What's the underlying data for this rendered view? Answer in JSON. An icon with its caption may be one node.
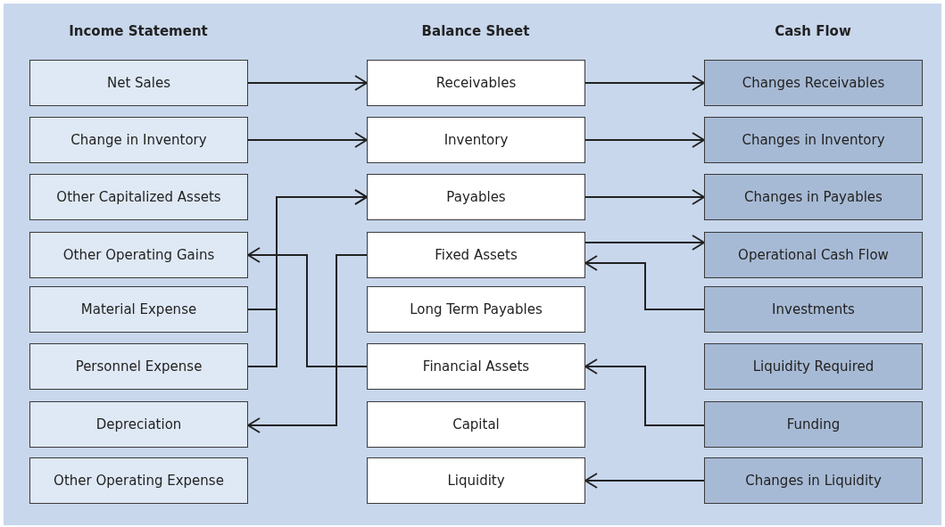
{
  "diagram": {
    "nodes": [
      {
        "text": [
          "Net Sales"
        ]
      },
      {
        "text": [
          "Receivables"
        ]
      },
      {
        "text": [
          "Changes Receivables"
        ]
      },
      {
        "text": [
          "Change in Inventory"
        ]
      },
      {
        "text": [
          "Inventory"
        ]
      },
      {
        "text": [
          "Changes in Inventory"
        ]
      },
      {
        "text": [
          "Other Capitalized Assets"
        ]
      },
      {
        "text": [
          "Payables"
        ]
      },
      {
        "text": [
          "Changes in Payables"
        ]
      },
      {
        "text": [
          "Other Operating Gains"
        ]
      },
      {
        "text": [
          "Fixed Assets"
        ]
      },
      {
        "text": [
          "Operational Cash Flow"
        ]
      },
      {
        "text": [
          "Material Expense"
        ]
      },
      {
        "text": [
          "Long Term Payables"
        ]
      },
      {
        "text": [
          "Investments"
        ]
      },
      {
        "text": [
          "Personnel Expense"
        ]
      },
      {
        "text": [
          "Financial Assets"
        ]
      },
      {
        "text": [
          "Liquidity Required"
        ]
      },
      {
        "text": [
          "Depreciation"
        ]
      },
      {
        "text": [
          "Capital"
        ]
      },
      {
        "text": [
          "Funding"
        ]
      },
      {
        "text": [
          "Other Operating Expense"
        ]
      },
      {
        "text": [
          "Liquidity"
        ]
      },
      {
        "text": [
          "Changes in Liquidity"
        ]
      }
    ],
    "edges": [
      {
        "from": 0,
        "to": 1,
        "arrow": "to"
      },
      {
        "from": 1,
        "to": 2,
        "arrow": "to"
      },
      {
        "from": 3,
        "to": 4,
        "arrow": "to"
      },
      {
        "from": 4,
        "to": 5,
        "arrow": "to"
      },
      {
        "from": 7,
        "to": 8,
        "arrow": "to"
      },
      {
        "from": 10,
        "to": 11,
        "arrow": "to"
      },
      {
        "from": 12,
        "to": 7,
        "arrow": "to"
      },
      {
        "from": 15,
        "to": 7,
        "arrow": "to"
      },
      {
        "from": 16,
        "to": 9,
        "arrow": "to"
      },
      {
        "from": 10,
        "to": 18,
        "arrow": "to"
      },
      {
        "from": 14,
        "to": 10,
        "arrow": "to"
      },
      {
        "from": 20,
        "to": 16,
        "arrow": "to"
      },
      {
        "from": 23,
        "to": 22,
        "arrow": "to"
      }
    ],
    "labels": [
      "Income Statement",
      "Balance Sheet",
      "Cash Flow"
    ]
  }
}
